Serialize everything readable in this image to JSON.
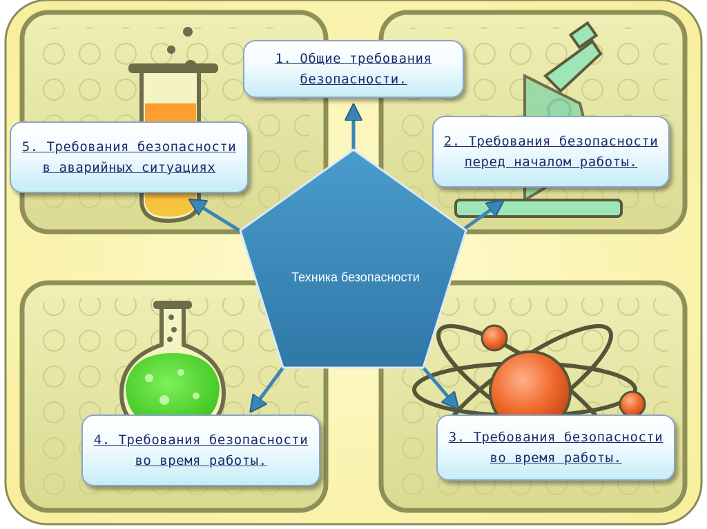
{
  "center": {
    "title": "Техника безопасности"
  },
  "cards": [
    {
      "label": "1. Общие требования безопасности."
    },
    {
      "label": "2. Требования безопасности перед началом работы."
    },
    {
      "label": "3. Требования безопасности во время работы."
    },
    {
      "label": "4. Требования безопасности во время работы."
    },
    {
      "label": "5. Требования безопасности в аварийных ситуациях"
    }
  ],
  "colors": {
    "background": "#fdf7b8",
    "panel_fill": "#e8e8a6",
    "panel_border": "#8f8f58",
    "pentagon_fill": "#3b86b8",
    "arrow": "#3a85b5",
    "card_text": "#1c2b6b"
  },
  "icons": [
    "test-tube-icon",
    "microscope-icon",
    "flask-icon",
    "atom-icon"
  ]
}
